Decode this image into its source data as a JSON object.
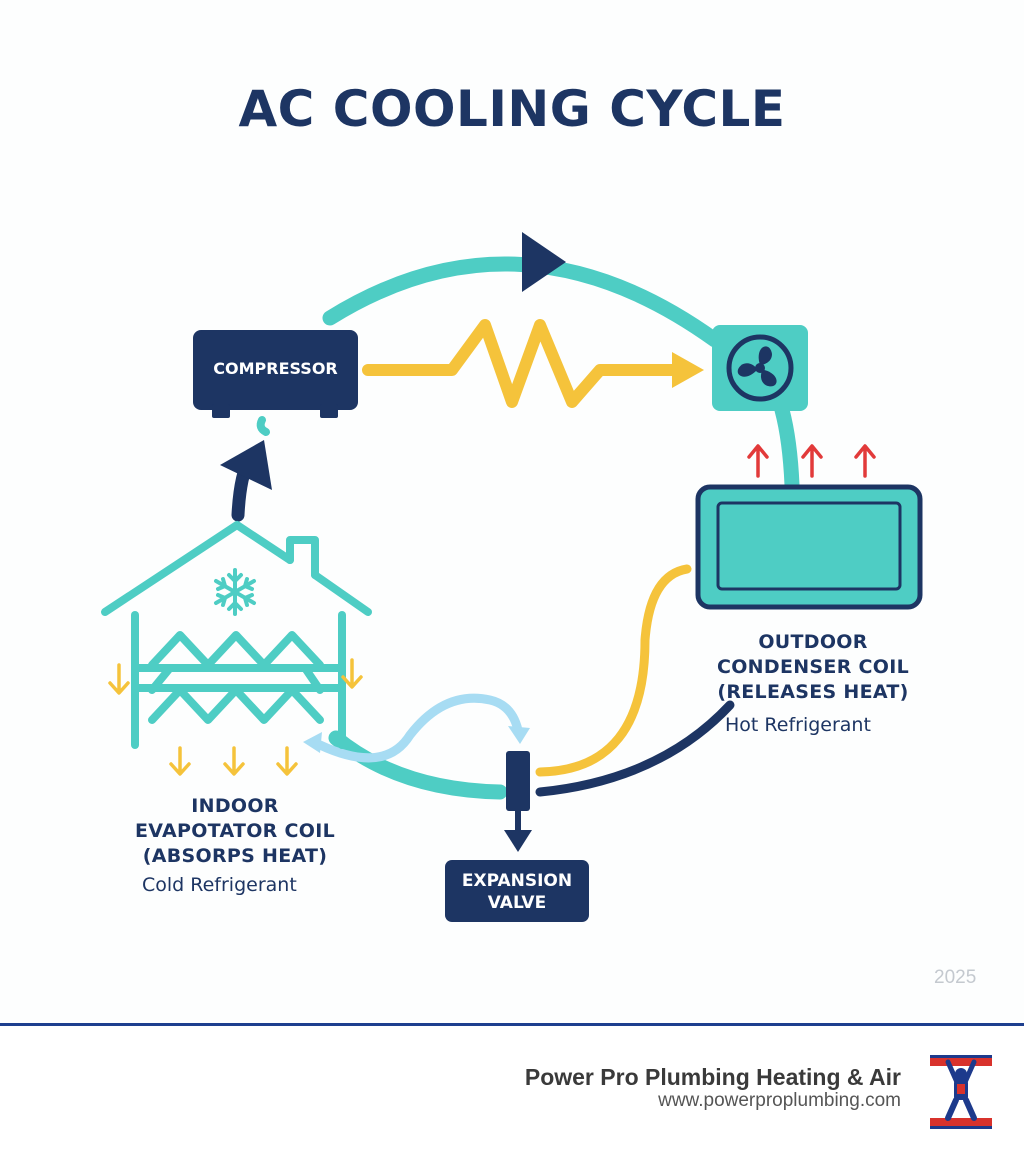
{
  "diagram": {
    "title": "AC COOLING CYCLE",
    "compressor": {
      "label": "COMPRESSOR"
    },
    "expansion_valve": {
      "line1": "EXPANSION",
      "line2": "VALVE"
    },
    "indoor_coil": {
      "line1": "INDOOR",
      "line2": "EVAPOTATOR COIL",
      "line3": "(ABSORPS HEAT)",
      "refrigerant": "Cold Refrigerant"
    },
    "outdoor_coil": {
      "line1": "OUTDOOR",
      "line2": "CONDENSER COIL",
      "line3": "(RELEASES HEAT)",
      "refrigerant": "Hot Refrigerant"
    },
    "year": "2025"
  },
  "footer": {
    "company": "Power Pro Plumbing Heating & Air",
    "url": "www.powerproplumbing.com"
  },
  "colors": {
    "navy": "#1d3563",
    "teal": "#4ecdc4",
    "yellow": "#f5c33b",
    "light_blue": "#a7dcf3",
    "red": "#e23a3a",
    "footer_rule": "#1e3f8f"
  },
  "icons": [
    "fan-icon",
    "snowflake-icon",
    "house-icon",
    "heat-up-arrow-icon",
    "cold-down-arrow-icon"
  ]
}
